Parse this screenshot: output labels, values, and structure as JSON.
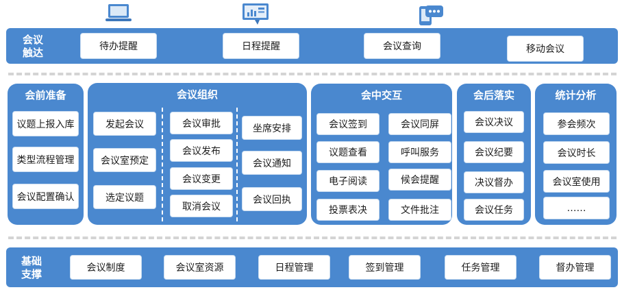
{
  "colors": {
    "band": "#4a88cf",
    "chip_text": "#1c1c1c",
    "dash": "#d4d4d4"
  },
  "top_icons": [
    "laptop-icon",
    "dashboard-tablet-icon",
    "mobile-chat-icon"
  ],
  "top_band": {
    "title_line1": "会议",
    "title_line2": "触达",
    "items": [
      "待办提醒",
      "日程提醒",
      "会议查询",
      "移动会议"
    ]
  },
  "panels": {
    "prep": {
      "title": "会前准备",
      "items": [
        "议题上报入库",
        "类型流程管理",
        "会议配置确认"
      ]
    },
    "org": {
      "title": "会议组织",
      "col1": [
        "发起会议",
        "会议室预定",
        "选定议题"
      ],
      "col2": [
        "会议审批",
        "会议发布",
        "会议变更",
        "取消会议"
      ],
      "col3": [
        "坐席安排",
        "会议通知",
        "会议回执"
      ]
    },
    "inter": {
      "title": "会中交互",
      "col1": [
        "会议签到",
        "议题查看",
        "电子阅读",
        "投票表决"
      ],
      "col2": [
        "会议同屏",
        "呼叫服务",
        "候会提醒",
        "文件批注"
      ]
    },
    "post": {
      "title": "会后落实",
      "items": [
        "会议决议",
        "会议纪要",
        "决议督办",
        "会议任务"
      ]
    },
    "stats": {
      "title": "统计分析",
      "items": [
        "参会频次",
        "会议时长",
        "会议室使用",
        "……"
      ]
    }
  },
  "bottom_band": {
    "title_line1": "基础",
    "title_line2": "支撑",
    "items": [
      "会议制度",
      "会议室资源",
      "日程管理",
      "签到管理",
      "任务管理",
      "督办管理"
    ]
  }
}
